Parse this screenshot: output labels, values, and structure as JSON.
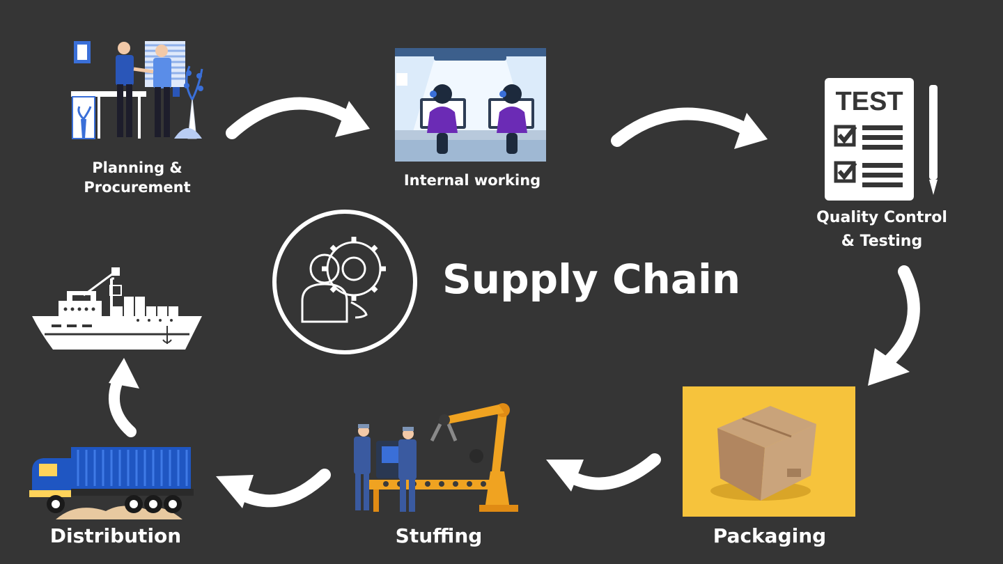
{
  "title": "Supply Chain",
  "stages": {
    "planning": {
      "line1": "Planning &",
      "line2": "Procurement"
    },
    "internal": {
      "label": "Internal working"
    },
    "quality": {
      "line1": "Quality Control",
      "line2": "& Testing",
      "test_word": "TEST"
    },
    "packaging": {
      "label": "Packaging"
    },
    "stuffing": {
      "label": "Stuffing"
    },
    "distribution": {
      "label": "Distribution"
    }
  },
  "icons": {
    "center": "people-gear-icon",
    "planning": "handshake-office-illustration",
    "internal": "call-center-illustration",
    "quality": "test-checklist-icon",
    "packaging": "cardboard-box-photo",
    "stuffing": "robotic-arm-factory-illustration",
    "distribution": "container-truck-illustration",
    "shipping": "cargo-ship-icon"
  },
  "colors": {
    "background": "#353535",
    "foreground": "#ffffff",
    "illustration_blue": "#3a6fd8",
    "packaging_yellow": "#f6c33c",
    "robot_orange": "#f0a321"
  }
}
